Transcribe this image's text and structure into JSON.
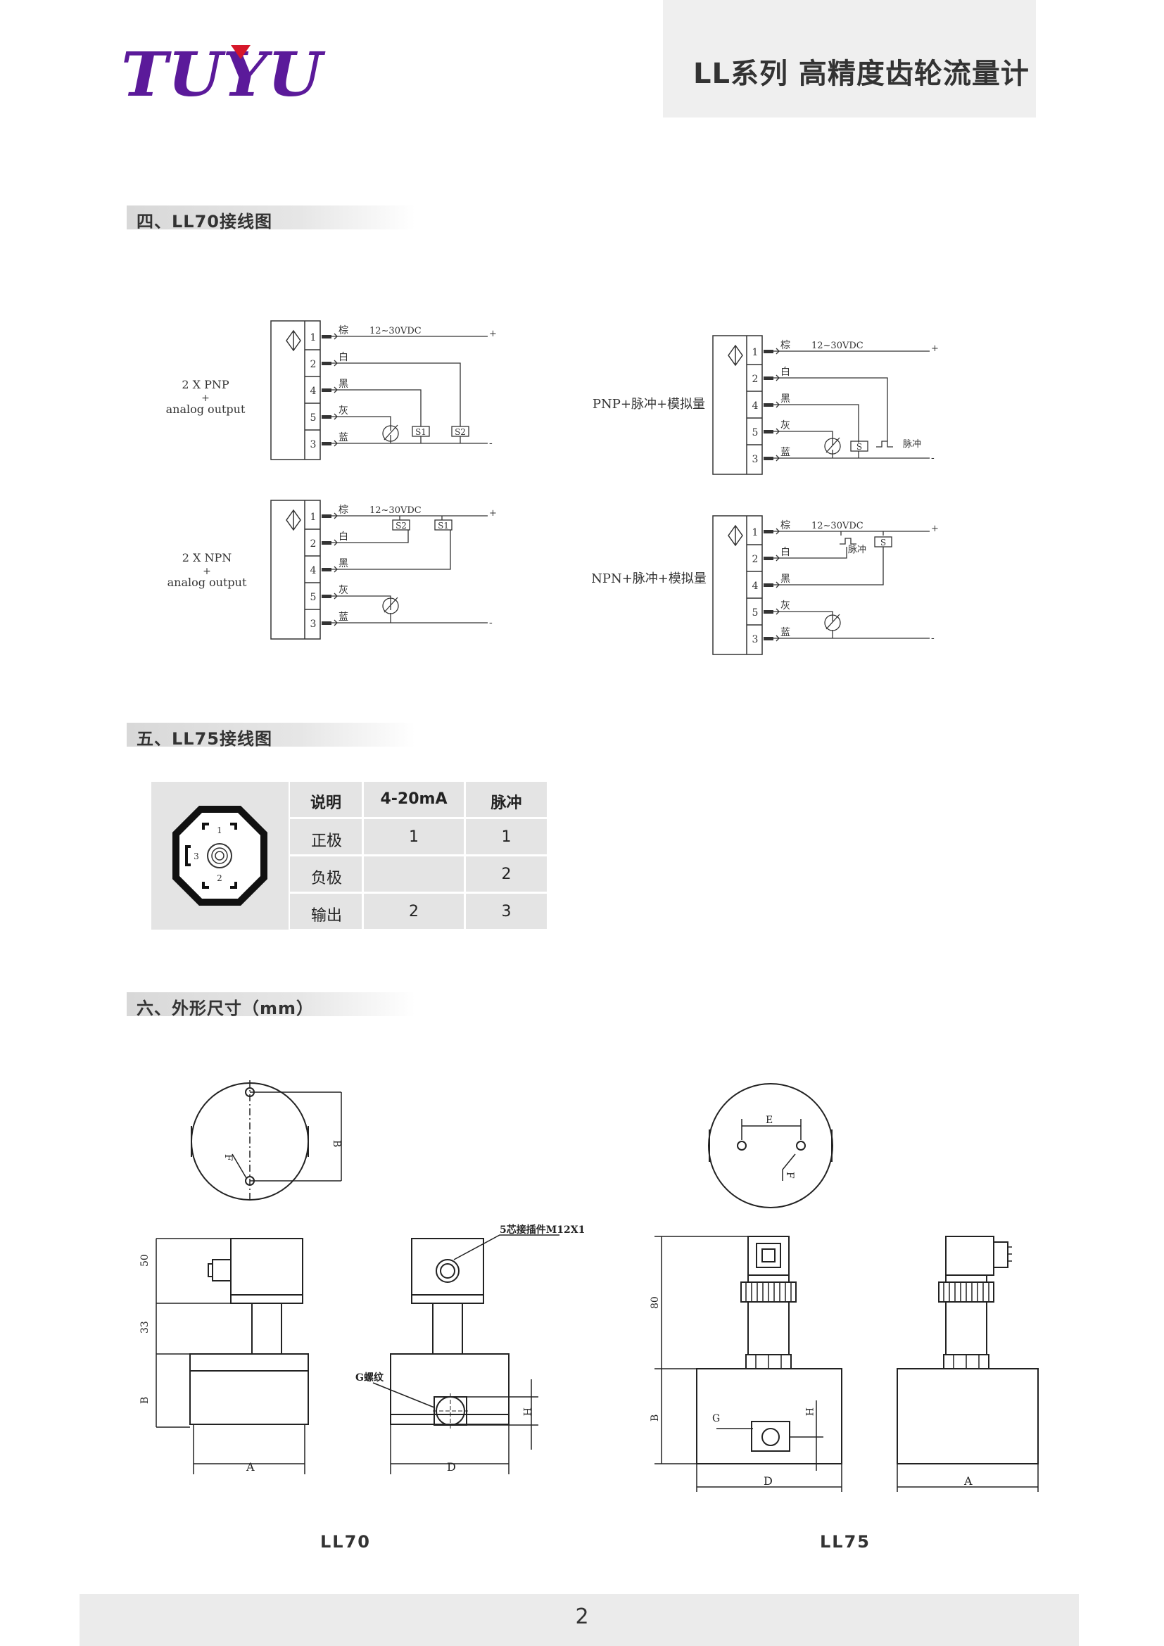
{
  "header": {
    "logo": "TUYU",
    "title": "LL系列 高精度齿轮流量计"
  },
  "sections": {
    "s4": "四、LL70接线图",
    "s5": "五、LL75接线图",
    "s6": "六、外形尺寸（mm）"
  },
  "wiring": {
    "supply": "12~30VDC",
    "plus": "+",
    "minus": "-",
    "pins": [
      "1",
      "2",
      "4",
      "5",
      "3"
    ],
    "colors": [
      "棕",
      "白",
      "黑",
      "灰",
      "蓝"
    ],
    "pin_labels": [
      "1",
      "2",
      "4",
      "5",
      "3"
    ],
    "d1": {
      "label1": "2 X PNP",
      "label2": "+",
      "label3": "analog output",
      "s1": "S1",
      "s2": "S2"
    },
    "d2": {
      "label1": "2 X NPN",
      "label2": "+",
      "label3": "analog output",
      "s1": "S1",
      "s2": "S2"
    },
    "d3": {
      "label": "PNP+脉冲+模拟量",
      "s": "S",
      "pulse": "脉冲"
    },
    "d4": {
      "label": "NPN+脉冲+模拟量",
      "s": "S",
      "pulse": "脉冲"
    }
  },
  "pin_table": {
    "connector_pins": [
      "1",
      "2",
      "3"
    ],
    "headers": [
      "说明",
      "4-20mA",
      "脉冲"
    ],
    "rows": [
      {
        "desc": "正极",
        "ma": "1",
        "pulse": "1"
      },
      {
        "desc": "负极",
        "ma": "",
        "pulse": "2"
      },
      {
        "desc": "输出",
        "ma": "2",
        "pulse": "3"
      }
    ]
  },
  "dims": {
    "ll70": {
      "caption": "LL70",
      "B": "B",
      "F": "F",
      "A": "A",
      "D": "D",
      "dim50": "50",
      "dim33": "33",
      "connector": "5芯接插件M12X1",
      "thread": "G螺纹",
      "H": "H"
    },
    "ll75": {
      "caption": "LL75",
      "E": "E",
      "F": "F",
      "dim80": "80",
      "B": "B",
      "G": "G",
      "H": "H",
      "D": "D",
      "A": "A"
    }
  },
  "footer": {
    "page": "2"
  },
  "colors": {
    "logo": "#5b1a9a",
    "logo_accent": "#d6172a",
    "section_bg": "#d8d8d8",
    "table_bg": "#e4e4e4"
  }
}
